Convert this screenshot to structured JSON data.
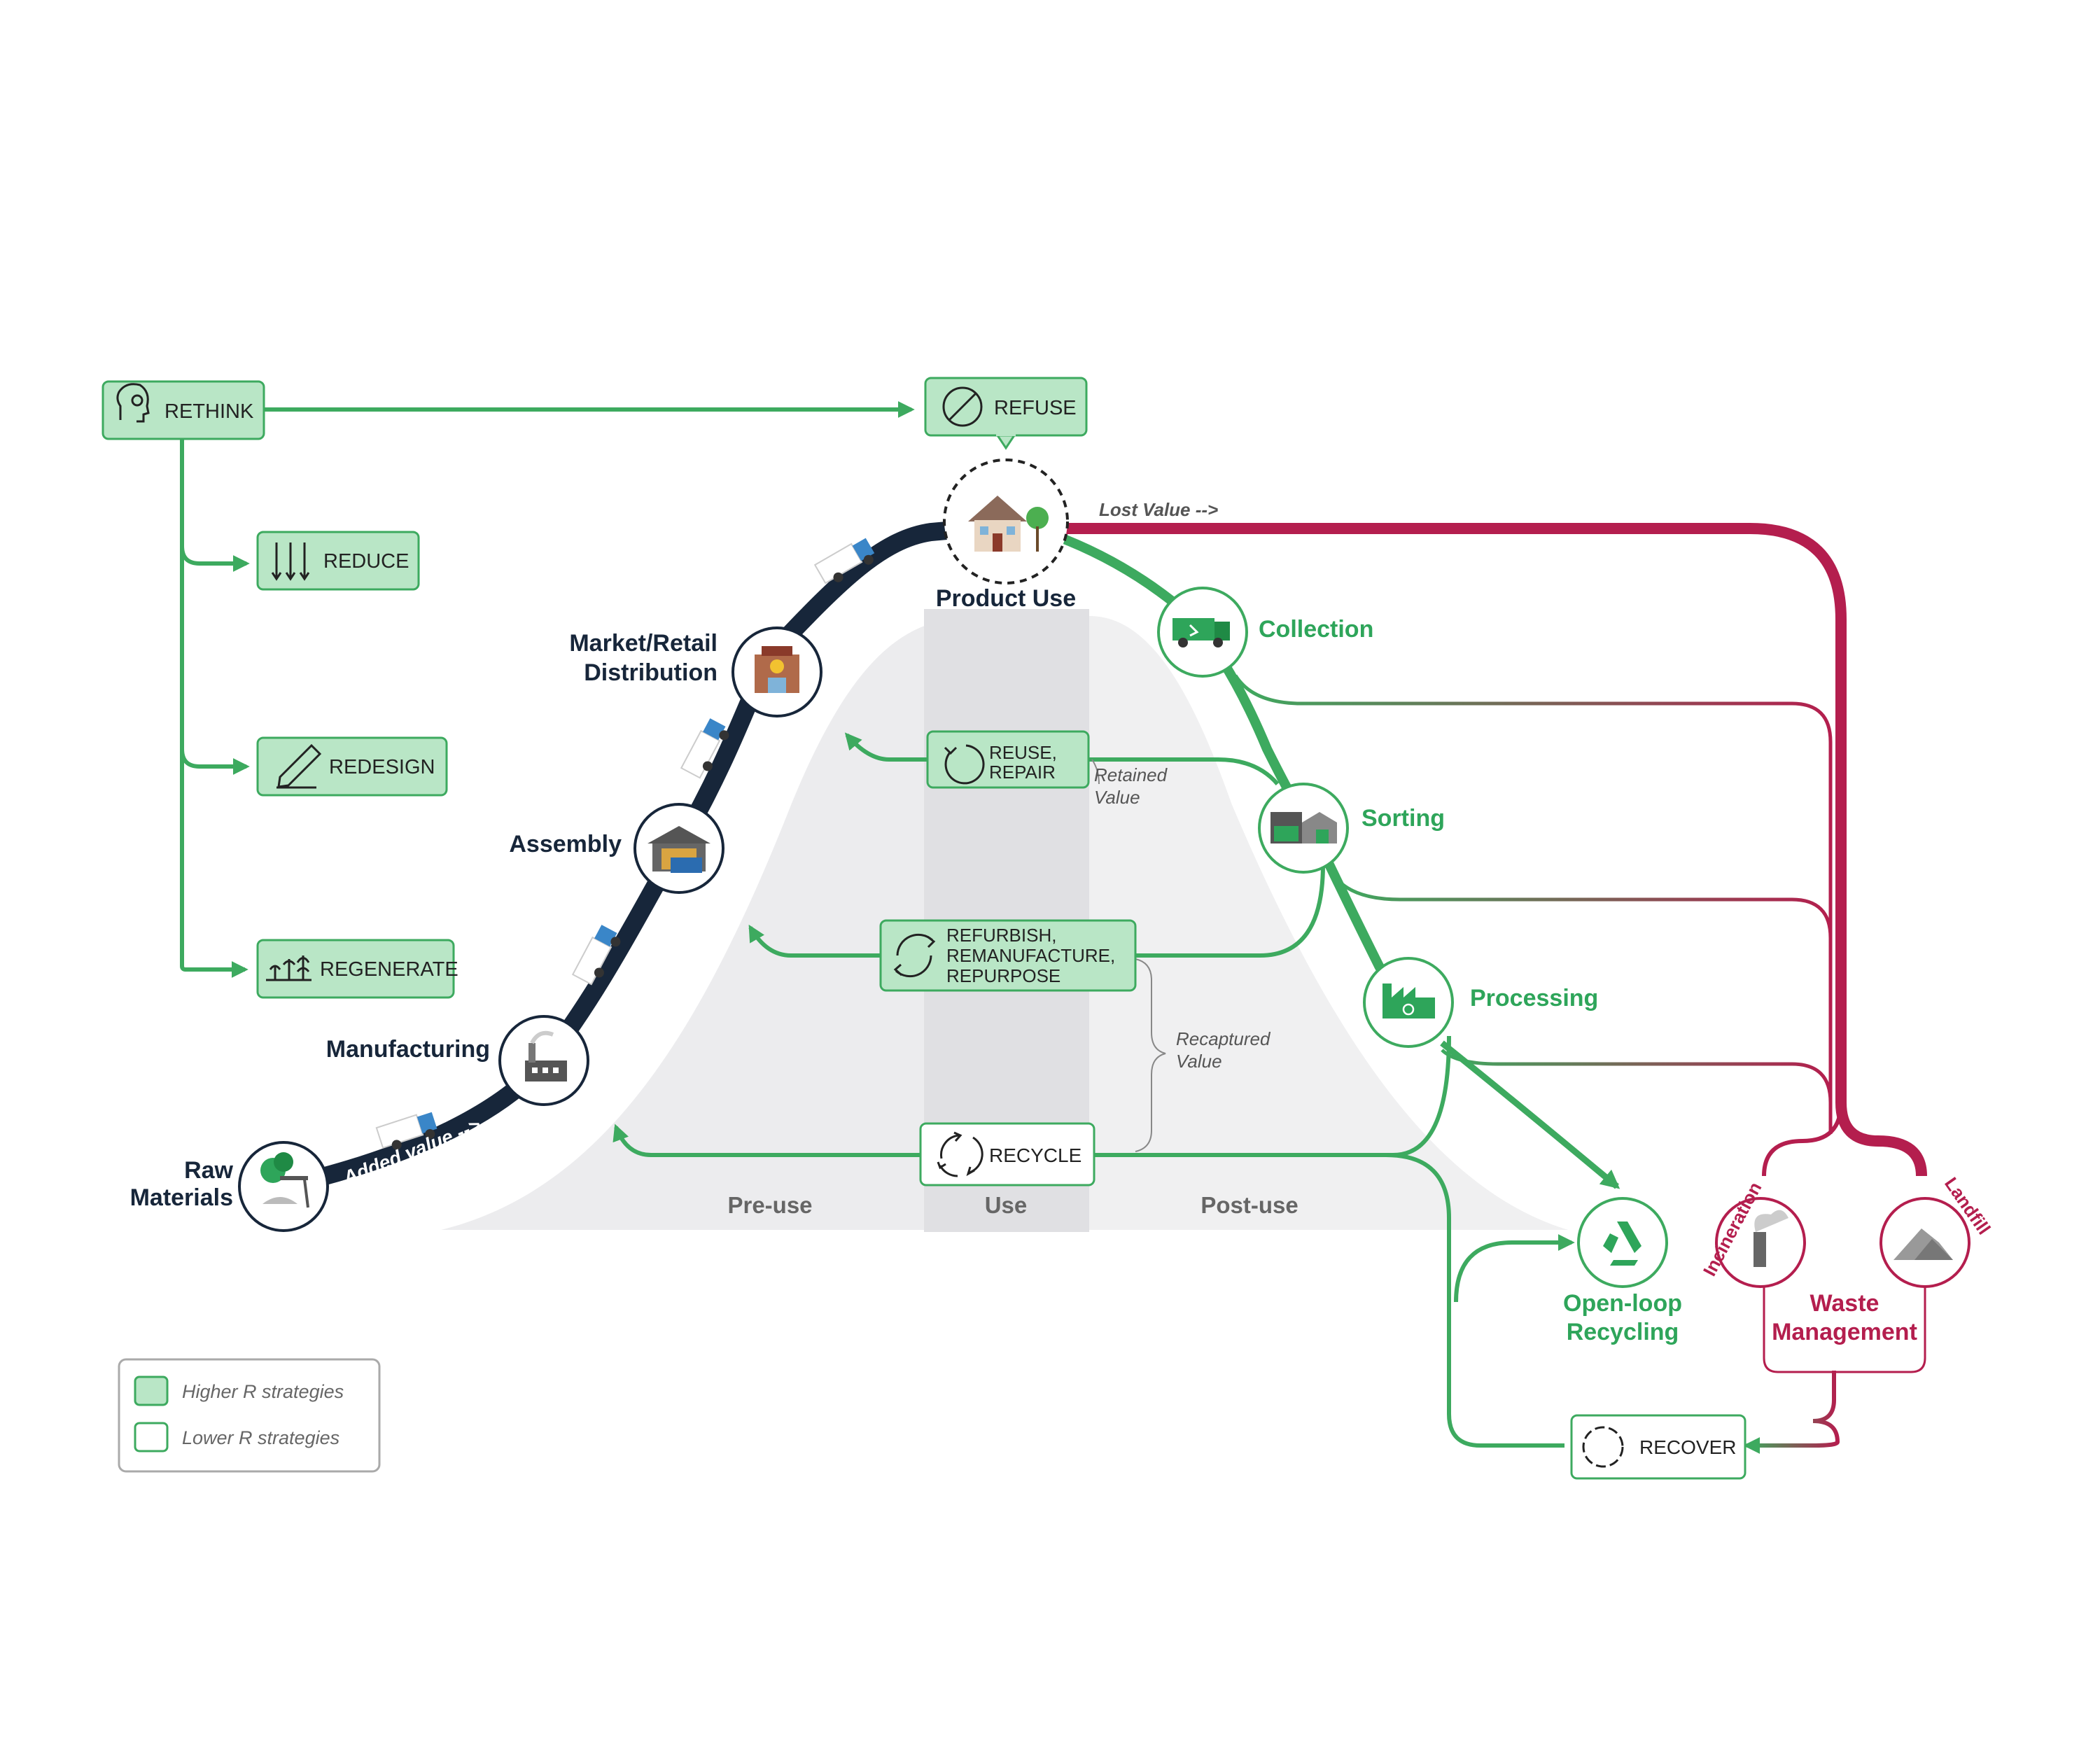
{
  "colors": {
    "green": "#3daa5f",
    "green_fill": "#b9e6c6",
    "green_text": "#2ea55a",
    "navy": "#17263a",
    "crimson": "#b41e4e",
    "grey_text": "#555555",
    "curve_fill": "#e9e9eb"
  },
  "strategies": {
    "rethink": "RETHINK",
    "refuse": "REFUSE",
    "reduce": "REDUCE",
    "redesign": "REDESIGN",
    "regenerate": "REGENERATE",
    "reuse_line1": "REUSE,",
    "reuse_line2": "REPAIR",
    "refurb_line1": "REFURBISH,",
    "refurb_line2": "REMANUFACTURE,",
    "refurb_line3": "REPURPOSE",
    "recycle": "RECYCLE",
    "recover": "RECOVER"
  },
  "stages": {
    "raw_line1": "Raw",
    "raw_line2": "Materials",
    "manufacturing": "Manufacturing",
    "assembly": "Assembly",
    "market_line1": "Market/Retail",
    "market_line2": "Distribution",
    "product_use": "Product Use",
    "collection": "Collection",
    "sorting": "Sorting",
    "processing": "Processing",
    "open_loop_line1": "Open-loop",
    "open_loop_line2": "Recycling",
    "waste_line1": "Waste",
    "waste_line2": "Management",
    "incineration": "Incineration",
    "landfill": "Landfill"
  },
  "annotations": {
    "added_value": "Added value -->",
    "lost_value": "Lost Value -->",
    "retained_line1": "Retained",
    "retained_line2": "Value",
    "recaptured_line1": "Recaptured",
    "recaptured_line2": "Value"
  },
  "phases": {
    "pre_use": "Pre-use",
    "use": "Use",
    "post_use": "Post-use"
  },
  "legend": {
    "higher": "Higher R strategies",
    "lower": "Lower R strategies"
  },
  "icons": {
    "rethink": "head-gear-icon",
    "refuse": "prohibited-icon",
    "reduce": "down-arrows-icon",
    "redesign": "pencil-icon",
    "regenerate": "plants-icon",
    "reuse": "circular-arrow-icon",
    "refurbish": "cycle-arrows-icon",
    "recycle": "recycle-arrows-icon",
    "recover": "recover-arrows-icon",
    "raw_materials": "mining-icon",
    "manufacturing": "factory-icon",
    "assembly": "warehouse-icon",
    "market": "store-icon",
    "product_use": "house-icon",
    "collection": "garbage-truck-icon",
    "sorting": "sorting-facility-icon",
    "processing": "processing-plant-icon",
    "open_loop": "recycle-symbol-icon",
    "incineration": "smokestack-icon",
    "landfill": "landfill-icon",
    "truck": "truck-icon"
  }
}
